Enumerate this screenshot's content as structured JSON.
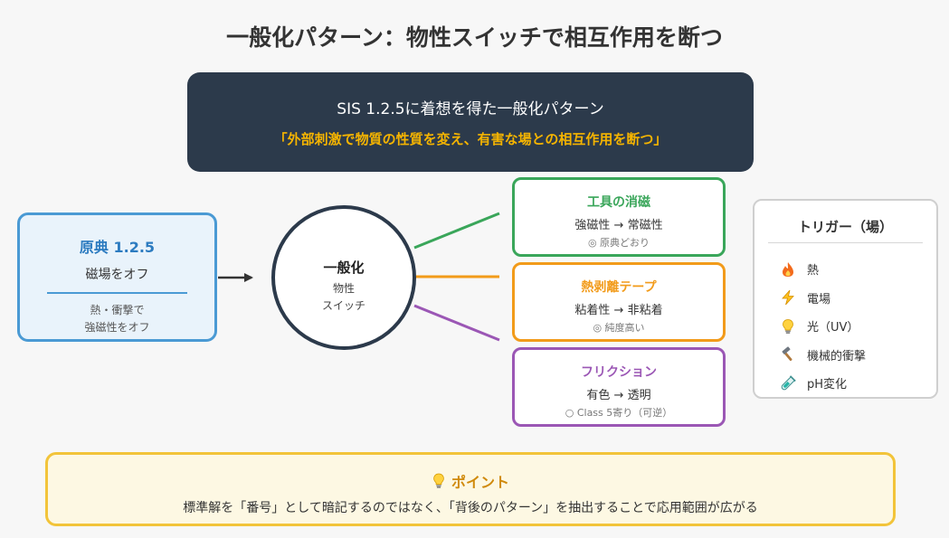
{
  "title": "一般化パターン：物性スイッチで相互作用を断つ",
  "banner": {
    "line1": "SIS 1.2.5に着想を得た一般化パターン",
    "line2": "「外部刺激で物質の性質を変え、有害な場との相互作用を断つ」"
  },
  "origin": {
    "title": "原典 1.2.5",
    "subtitle": "磁場をオフ",
    "note_lines": [
      "熱・衝撃で",
      "強磁性をオフ"
    ]
  },
  "hub": {
    "title": "一般化",
    "sub_lines": [
      "物性",
      "スイッチ"
    ]
  },
  "cards": [
    {
      "title": "工具の消磁",
      "desc": "強磁性 → 常磁性",
      "note": "◎ 原典どおり",
      "color": "#3aa65a"
    },
    {
      "title": "熱剥離テープ",
      "desc": "粘着性 → 非粘着",
      "note": "◎ 純度高い",
      "color": "#f29b1a"
    },
    {
      "title": "フリクション",
      "desc": "有色 → 透明",
      "note": "○ Class 5寄り（可逆）",
      "color": "#9b57b5"
    }
  ],
  "triggers": {
    "title": "トリガー（場）",
    "items": [
      {
        "icon": "fire-icon",
        "label": "熱"
      },
      {
        "icon": "lightning-icon",
        "label": "電場"
      },
      {
        "icon": "lightbulb-icon",
        "label": "光（UV）"
      },
      {
        "icon": "hammer-icon",
        "label": "機械的衝撃"
      },
      {
        "icon": "test-tube-icon",
        "label": "pH変化"
      }
    ]
  },
  "point": {
    "icon": "lightbulb-icon",
    "title": "ポイント",
    "text": "標準解を「番号」として暗記するのではなく、「背後のパターン」を抽出することで応用範囲が広がる"
  },
  "colors": {
    "banner_bg": "#2c3a4b",
    "banner_highlight": "#f5b400",
    "origin_border": "#4a9ad4",
    "point_border": "#f2c43a",
    "point_title": "#d08a0c"
  }
}
